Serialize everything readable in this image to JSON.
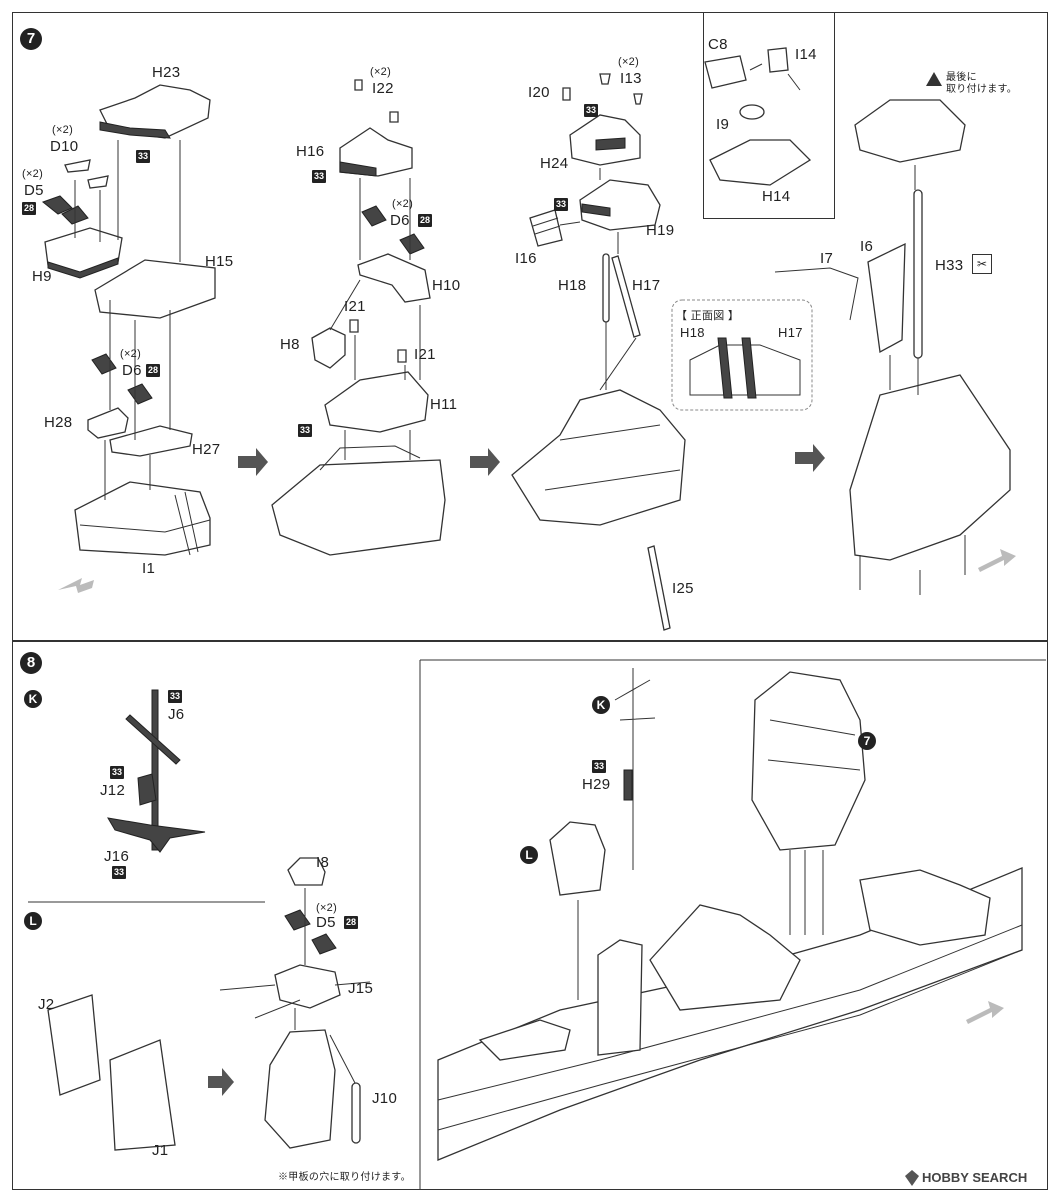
{
  "steps": {
    "step7": "7",
    "step8": "8",
    "sub_k": "K",
    "sub_l": "L"
  },
  "labels": {
    "H23": "H23",
    "D10": "D10",
    "D10_qty": "(×2)",
    "D5": "D5",
    "D5_qty": "(×2)",
    "H9": "H9",
    "H15": "H15",
    "D6a": "D6",
    "D6a_qty": "(×2)",
    "H28": "H28",
    "H27": "H27",
    "I1": "I1",
    "I22": "I22",
    "I22_qty": "(×2)",
    "H16": "H16",
    "D6b": "D6",
    "D6b_qty": "(×2)",
    "H10": "H10",
    "I21a": "I21",
    "H8": "H8",
    "I21b": "I21",
    "H11": "H11",
    "I20": "I20",
    "I13": "I13",
    "I13_qty": "(×2)",
    "H24": "H24",
    "H19": "H19",
    "I16": "I16",
    "H18": "H18",
    "H17": "H17",
    "I25": "I25",
    "C8": "C8",
    "I14": "I14",
    "I9": "I9",
    "H14": "H14",
    "I7": "I7",
    "I6": "I6",
    "H33": "H33",
    "J6": "J6",
    "J12": "J12",
    "J16": "J16",
    "I8": "I8",
    "D5b": "D5",
    "D5b_qty": "(×2)",
    "J15": "J15",
    "J2": "J2",
    "J1": "J1",
    "J10": "J10",
    "H29": "H29"
  },
  "paint": {
    "b33": "33",
    "b28": "28"
  },
  "notes": {
    "front_view_title": "【 正面図 】",
    "front_H18": "H18",
    "front_H17": "H17",
    "attach_last_1": "最後に",
    "attach_last_2": "取り付けます。",
    "deck_hole_note": "※甲板の穴に取り付けます。"
  },
  "watermark": "HOBBY SEARCH"
}
